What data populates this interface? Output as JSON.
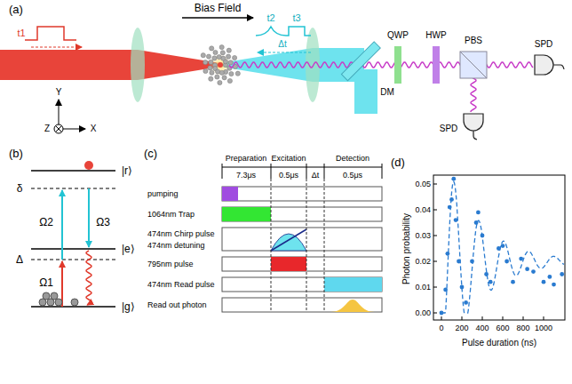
{
  "diagram": {
    "labels": [
      "(a)",
      "t1",
      "Bias Field",
      "t2",
      "t3",
      "Δt",
      "QWP",
      "HWP",
      "PBS",
      "SPD",
      "DM",
      "SPD",
      "Y",
      "Z",
      "X",
      "(b)",
      "δ",
      "|r⟩",
      "Ω2",
      "Ω3",
      "Δ",
      "|e⟩",
      "Ω1",
      "|g⟩",
      "(c)",
      "Preparation",
      "Excitation",
      "Detection",
      "7.3μs",
      "0.5μs",
      "Δt",
      "0.5μs",
      "pumping",
      "1064nm Trap",
      "474nm Chirp pulse",
      "474nm detuning",
      "795nm pulse",
      "474nm Read pulse",
      "Read out photon",
      "(d)",
      "0.05",
      "0.04",
      "0.03",
      "0.02",
      "0.01",
      "0.00",
      "Photon probability",
      "0",
      "200",
      "400",
      "600",
      "800",
      "1000",
      "Pulse duration (ns)"
    ]
  }
}
